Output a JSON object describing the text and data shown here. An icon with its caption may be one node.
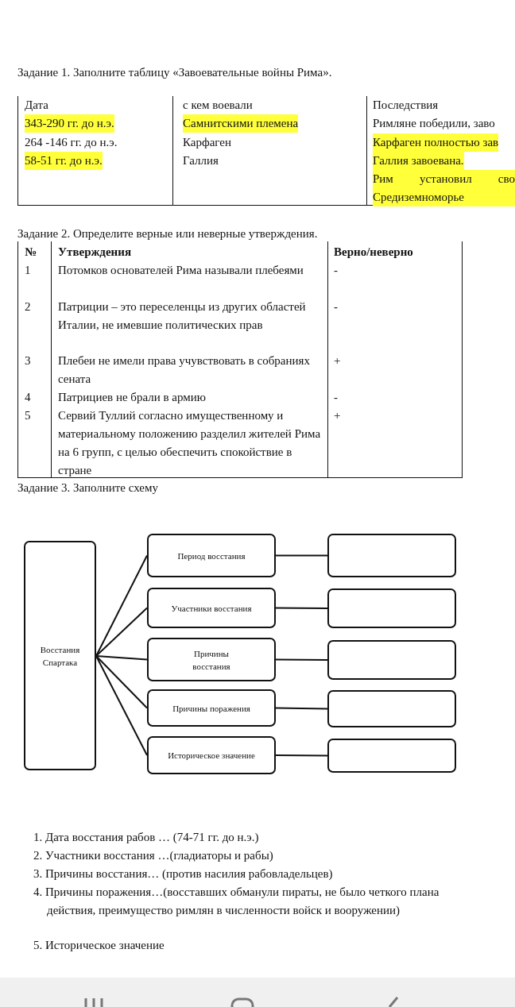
{
  "diagram": {
    "nodes": [
      {
        "text": [
          "Восстания Спартака"
        ]
      },
      {
        "text": [
          "Период восстания"
        ]
      },
      {
        "text": [
          "Участники восстания"
        ]
      },
      {
        "text": [
          "Причины восстания"
        ]
      },
      {
        "text": [
          "Причины поражения"
        ]
      },
      {
        "text": [
          "Историческое значение"
        ]
      },
      {
        "text": [],
        "shape": "box"
      },
      {
        "text": [],
        "shape": "box"
      },
      {
        "text": [],
        "shape": "box"
      },
      {
        "text": [],
        "shape": "box"
      },
      {
        "text": [],
        "shape": "box"
      }
    ],
    "edges": [
      {
        "from": 0,
        "to": 1,
        "arrow": "none"
      },
      {
        "from": 0,
        "to": 2,
        "arrow": "none"
      },
      {
        "from": 0,
        "to": 3,
        "arrow": "none"
      },
      {
        "from": 0,
        "to": 4,
        "arrow": "none"
      },
      {
        "from": 0,
        "to": 5,
        "arrow": "none"
      },
      {
        "from": 1,
        "to": 6,
        "arrow": "none"
      },
      {
        "from": 2,
        "to": 7,
        "arrow": "none"
      },
      {
        "from": 3,
        "to": 8,
        "arrow": "none"
      },
      {
        "from": 4,
        "to": 9,
        "arrow": "none"
      },
      {
        "from": 5,
        "to": 10,
        "arrow": "none"
      }
    ],
    "labels": [
      "Задание 1. Заполните таблицу «Завоевательные войны Рима».",
      "Дата",
      "с кем воевали",
      "Последствия",
      "343-290 гг. до н.э.",
      "Самнитскими племена",
      "Римляне победили, заво",
      "264 -146 гг. до н.э.",
      "Карфаген",
      "Карфаген полностью зав",
      "58-51 гг. до н.э.",
      "Галлия",
      "Галлия завоевана.",
      "Рим установил сво Средиземноморье",
      "Задание 2. Определите верные или неверные утверждения.",
      "№",
      "Утверждения",
      "Верно/неверно",
      "1",
      "Потомков основателей Рима называли плебеями",
      "-",
      "2",
      "Патриции – это переселенцы из других областей Италии, не имевшие политических прав",
      "-",
      "3",
      "Плебеи не имели права учувствовать в собраниях сената",
      "+",
      "4",
      "Патрициев не брали в армию",
      "-",
      "5",
      "Сервий Туллий согласно имущественному и материальному положению разделил жителей Рима на 6 групп, с целью обеспечить спокойствие в стране",
      "+",
      "Задание 3. Заполните схему",
      "1. Дата восстания рабов … (74-71 гг. до н.э.)",
      "2. Участники восстания …(гладиаторы и рабы)",
      "3. Причины восстания… (против насилия рабовладельцев)",
      "4. Причины поражения…(восставших обманули пираты, не было четкого плана действия, преимущество римлян в численности войск и вооружении)",
      "5. Историческое значение"
    ]
  }
}
